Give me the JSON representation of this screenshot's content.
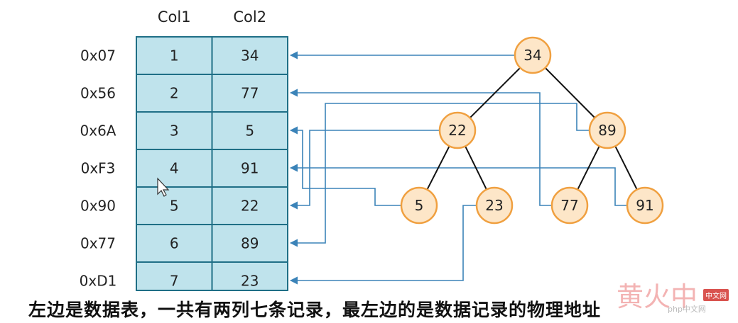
{
  "table": {
    "headers": [
      "Col1",
      "Col2"
    ],
    "rows": [
      {
        "address": "0x07",
        "col1": "1",
        "col2": "34"
      },
      {
        "address": "0x56",
        "col1": "2",
        "col2": "77"
      },
      {
        "address": "0x6A",
        "col1": "3",
        "col2": "5"
      },
      {
        "address": "0xF3",
        "col1": "4",
        "col2": "91"
      },
      {
        "address": "0x90",
        "col1": "5",
        "col2": "22"
      },
      {
        "address": "0x77",
        "col1": "6",
        "col2": "89"
      },
      {
        "address": "0xD1",
        "col1": "7",
        "col2": "23"
      }
    ]
  },
  "tree": {
    "nodes": [
      {
        "id": "n34",
        "label": "34",
        "row": 0
      },
      {
        "id": "n22",
        "label": "22",
        "row": 4
      },
      {
        "id": "n89",
        "label": "89",
        "row": 5
      },
      {
        "id": "n5",
        "label": "5",
        "row": 2
      },
      {
        "id": "n23",
        "label": "23",
        "row": 6
      },
      {
        "id": "n77",
        "label": "77",
        "row": 1
      },
      {
        "id": "n91",
        "label": "91",
        "row": 3
      }
    ],
    "edges": [
      [
        "n34",
        "n22"
      ],
      [
        "n34",
        "n89"
      ],
      [
        "n22",
        "n5"
      ],
      [
        "n22",
        "n23"
      ],
      [
        "n89",
        "n77"
      ],
      [
        "n89",
        "n91"
      ]
    ]
  },
  "caption": "左边是数据表，一共有两列七条记录，最左边的是数据记录的物理地址",
  "watermark": {
    "site": "黄火中",
    "tag": "中文网",
    "small": "php中文网"
  },
  "colors": {
    "cell_fill": "#bfe3ec",
    "cell_border": "#1f6f86",
    "node_fill": "#fde6c8",
    "node_stroke": "#f0a040",
    "pointer": "#3b83b8",
    "edge": "#111111"
  }
}
